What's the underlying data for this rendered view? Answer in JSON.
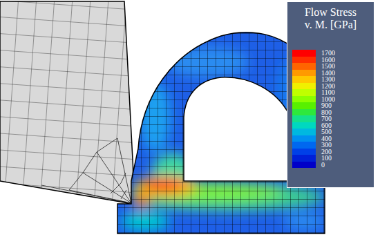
{
  "diagram": {
    "labels": [
      "Flow Stress v. M. [GPa]"
    ],
    "legend": [
      {
        "text": "1700",
        "color": "#ff0000"
      },
      {
        "text": "1600",
        "color": "#ff2e00"
      },
      {
        "text": "1500",
        "color": "#ff6400"
      },
      {
        "text": "1400",
        "color": "#ff9a00"
      },
      {
        "text": "1300",
        "color": "#ffc800"
      },
      {
        "text": "1200",
        "color": "#f0f000"
      },
      {
        "text": "1100",
        "color": "#c0ff00"
      },
      {
        "text": "1000",
        "color": "#8cff00"
      },
      {
        "text": "900",
        "color": "#58f000"
      },
      {
        "text": "800",
        "color": "#2ee83c"
      },
      {
        "text": "700",
        "color": "#14e08c"
      },
      {
        "text": "600",
        "color": "#00d8c0"
      },
      {
        "text": "500",
        "color": "#00b8e0"
      },
      {
        "text": "400",
        "color": "#0090f0"
      },
      {
        "text": "300",
        "color": "#0068f0"
      },
      {
        "text": "200",
        "color": "#0040e8"
      },
      {
        "text": "100",
        "color": "#0020d8"
      },
      {
        "text": "0",
        "color": "#0000c8"
      }
    ]
  }
}
